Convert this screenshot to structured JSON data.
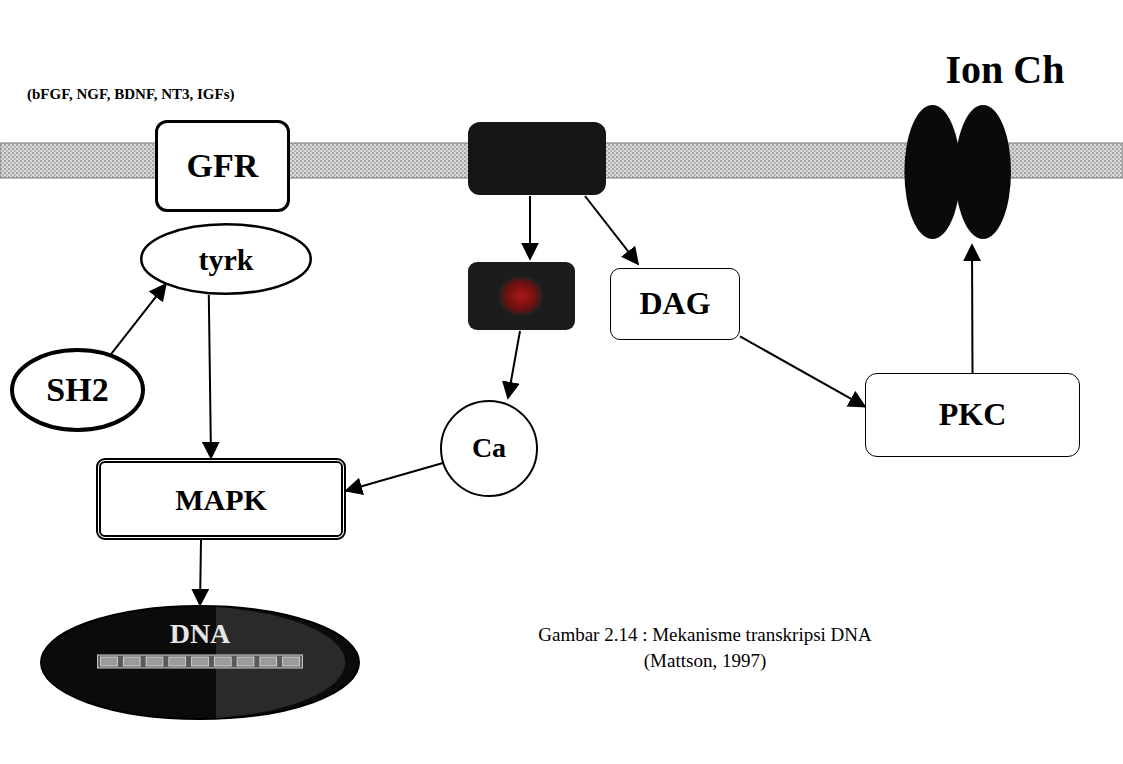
{
  "diagram": {
    "caption": "Gambar 2.14 : Mekanisme transkripsi DNA (Mattson, 1997)",
    "nodes": [
      {
        "text": [
          "GFR"
        ]
      },
      {
        "text": [
          "Ion Ch"
        ]
      },
      {
        "text": [
          "tyrk"
        ]
      },
      {
        "text": [
          "DAG"
        ]
      },
      {
        "text": [
          "SH2"
        ]
      },
      {
        "text": [
          "PKC"
        ]
      },
      {
        "text": [
          "Ca"
        ]
      },
      {
        "text": [
          "MAPK"
        ]
      },
      {
        "text": [
          "DNA"
        ]
      }
    ],
    "edges": [
      {
        "from": 4,
        "to": 2,
        "arrow": "to"
      },
      {
        "from": 2,
        "to": 7,
        "arrow": "to"
      },
      {
        "from": 6,
        "to": 7,
        "arrow": "to"
      },
      {
        "from": 7,
        "to": 8,
        "arrow": "to"
      },
      {
        "from": 3,
        "to": 5,
        "arrow": "to"
      },
      {
        "from": 5,
        "to": 1,
        "arrow": "to"
      }
    ],
    "labels": [
      "(bFGF, NGF, BDNF, NT3, IGFs)"
    ]
  }
}
